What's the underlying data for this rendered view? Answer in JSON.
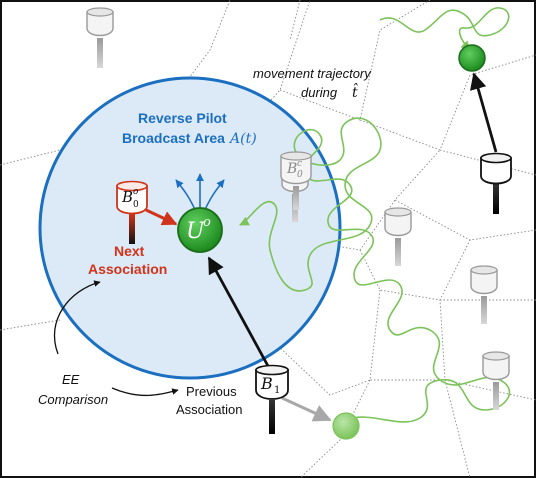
{
  "area_label": {
    "line1": "Reverse Pilot",
    "line2": "Broadcast Area",
    "math": "A(t)"
  },
  "user": {
    "symbol": "U",
    "superscript": "o"
  },
  "next_bs": {
    "symbol": "B",
    "subscript": "0",
    "superscript": "o"
  },
  "candidate_bs": {
    "symbol": "B",
    "subscript": "0",
    "superscript": "c"
  },
  "previous_bs": {
    "symbol": "B",
    "subscript": "1"
  },
  "next_association": {
    "line1": "Next",
    "line2": "Association"
  },
  "previous_association": {
    "line1": "Previous",
    "line2": "Association"
  },
  "ee_comparison": {
    "line1": "EE",
    "line2": "Comparison"
  },
  "trajectory": {
    "line1": "movement trajectory",
    "line2": "during",
    "math": "t̂"
  },
  "colors": {
    "area_fill": "#dce9f7",
    "area_stroke": "#1b6fc0",
    "user_green": "#2e9e2e",
    "trajectory_green": "#7cc35a",
    "next_red": "#d0341a",
    "bs_gray": "#b4b4b4",
    "bs_black": "#111111"
  }
}
